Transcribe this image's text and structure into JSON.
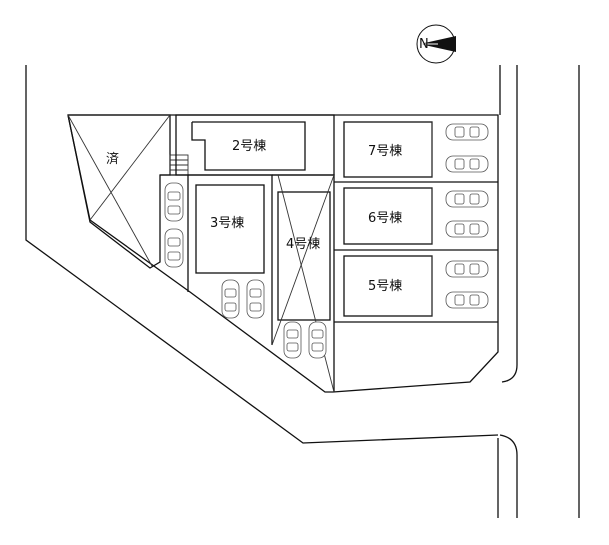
{
  "lots": [
    {
      "id": "sold",
      "label": "済",
      "crossed": true
    },
    {
      "id": "b2",
      "label": "2号棟"
    },
    {
      "id": "b3",
      "label": "3号棟"
    },
    {
      "id": "b4",
      "label": "4号棟",
      "crossed": true
    },
    {
      "id": "b7",
      "label": "7号棟"
    },
    {
      "id": "b6",
      "label": "6号棟"
    },
    {
      "id": "b5",
      "label": "5号棟"
    }
  ],
  "compass": {
    "icon": "north-arrow-icon",
    "label": "N"
  },
  "colors": {
    "line": "#111111",
    "car": "#555555",
    "background": "#ffffff"
  }
}
